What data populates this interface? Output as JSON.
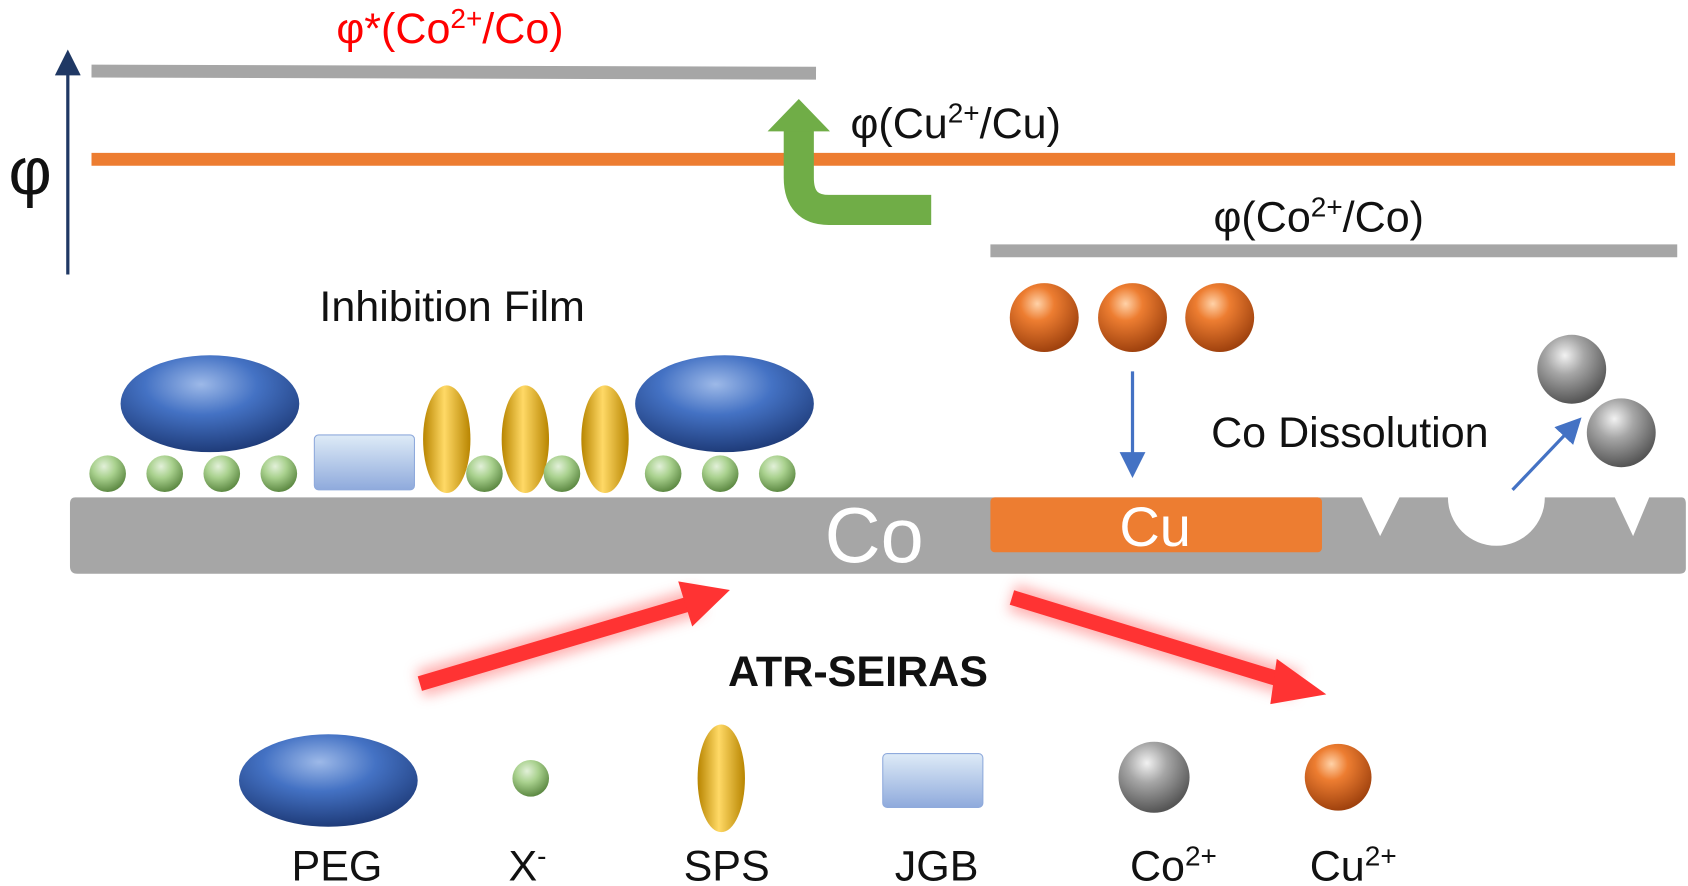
{
  "axis": {
    "symbol": "φ"
  },
  "levels": {
    "co_star": {
      "label_main": "φ*(Co",
      "label_sup": "2+",
      "label_end": "/Co)",
      "color": "#FF0000"
    },
    "cu": {
      "label_main": "φ(Cu",
      "label_sup": "2+",
      "label_end": "/Cu)",
      "color": "#ED7D31"
    },
    "co": {
      "label_main": "φ(Co",
      "label_sup": "2+",
      "label_end": "/Co)",
      "color": "#A6A6A6"
    }
  },
  "labels": {
    "inhibition_film": "Inhibition Film",
    "co_dissolution": "Co Dissolution",
    "substrate": "Co",
    "deposit": "Cu",
    "technique": "ATR-SEIRAS"
  },
  "legend": [
    {
      "name": "PEG",
      "sup": ""
    },
    {
      "name": "X",
      "sup": "-"
    },
    {
      "name": "SPS",
      "sup": ""
    },
    {
      "name": "JGB",
      "sup": ""
    },
    {
      "name": "Co",
      "sup": "2+"
    },
    {
      "name": "Cu",
      "sup": "2+"
    }
  ],
  "colors": {
    "peg": "#4472C4",
    "x": "#A9D18E",
    "sps": "#FFC000",
    "jgb": "#B4C7E7",
    "co": "#A6A6A6",
    "cu": "#ED7D31",
    "arrow_green": "#70AD47",
    "arrow_red": "#FF3333",
    "arrow_blue": "#4472C4",
    "axis": "#1F3864"
  }
}
